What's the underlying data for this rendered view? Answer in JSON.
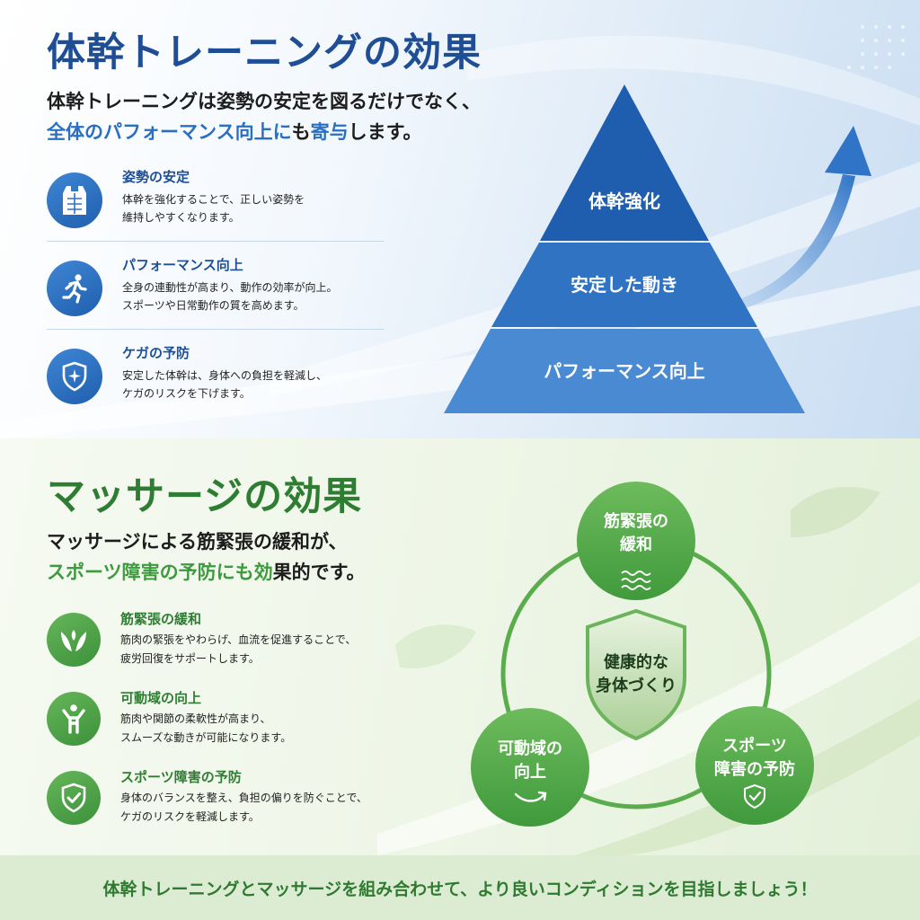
{
  "training": {
    "title": "体幹トレーニングの効果",
    "lead_line1": "体幹トレーニングは姿勢の安定を図るだけでなく、",
    "lead_line2_hl1": "全体のパフォーマンス向上に",
    "lead_line2_mid": "も",
    "lead_line2_hl2": "寄与",
    "lead_line2_end": "します。",
    "items": [
      {
        "icon": "vest-icon",
        "title": "姿勢の安定",
        "desc1": "体幹を強化することで、正しい姿勢を",
        "desc2": "維持しやすくなります。"
      },
      {
        "icon": "runner-icon",
        "title": "パフォーマンス向上",
        "desc1": "全身の連動性が高まり、動作の効率が向上。",
        "desc2": "スポーツや日常動作の質を高めます。"
      },
      {
        "icon": "shield-icon",
        "title": "ケガの予防",
        "desc1": "安定した体幹は、身体への負担を軽減し、",
        "desc2": "ケガのリスクを下げます。"
      }
    ],
    "pyramid": [
      "体幹強化",
      "安定した動き",
      "パフォーマンス向上"
    ]
  },
  "massage": {
    "title": "マッサージの効果",
    "lead_line1": "マッサージによる筋緊張の緩和が、",
    "lead_line2_hl": "スポーツ障害の予防にも効",
    "lead_line2_end": "果的です。",
    "items": [
      {
        "icon": "hands-icon",
        "title": "筋緊張の緩和",
        "desc1": "筋肉の緊張をやわらげ、血流を促進することで、",
        "desc2": "疲労回復をサポートします。"
      },
      {
        "icon": "person-stretch-icon",
        "title": "可動域の向上",
        "desc1": "筋肉や関節の柔軟性が高まり、",
        "desc2": "スムーズな動きが可能になります。"
      },
      {
        "icon": "shield-check-icon",
        "title": "スポーツ障害の予防",
        "desc1": "身体のバランスを整え、負担の偏りを防ぐことで、",
        "desc2": "ケガのリスクを軽減します。"
      }
    ],
    "cycle": {
      "top_line1": "筋緊張の",
      "top_line2": "緩和",
      "left_line1": "可動域の",
      "left_line2": "向上",
      "right_line1": "スポーツ",
      "right_line2": "障害の予防",
      "center_line1": "健康的な",
      "center_line2": "身体づくり"
    }
  },
  "footer": {
    "text": "体幹トレーニングとマッサージを組み合わせて、より良いコンディションを目指しましょう！"
  },
  "colors": {
    "blue_dark": "#1f4e95",
    "blue_accent": "#2a6fc0",
    "green_dark": "#2e7d32",
    "green_accent": "#3d9a3f"
  }
}
